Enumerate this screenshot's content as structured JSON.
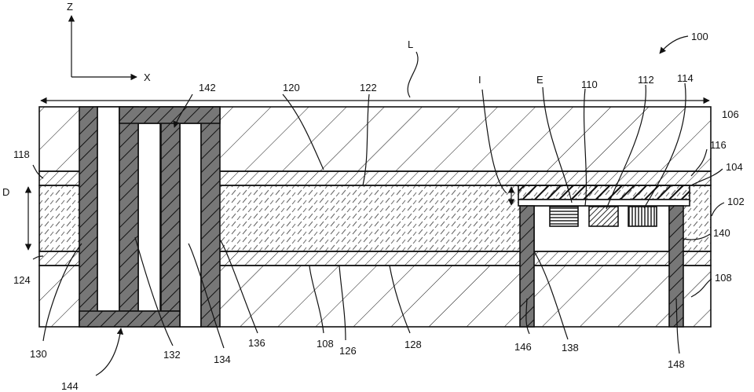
{
  "axes": {
    "z": "Z",
    "x": "X"
  },
  "dimensions": {
    "length": "L",
    "depth": "D",
    "gap": "I",
    "element": "E"
  },
  "labels": {
    "n100": "100",
    "n102": "102",
    "n104": "104",
    "n106": "106",
    "n108a": "108",
    "n108b": "108",
    "n110": "110",
    "n112": "112",
    "n114": "114",
    "n116": "116",
    "n118": "118",
    "n120": "120",
    "n122": "122",
    "n124": "124",
    "n126": "126",
    "n128": "128",
    "n130": "130",
    "n132": "132",
    "n134": "134",
    "n136": "136",
    "n138": "138",
    "n140": "140",
    "n142": "142",
    "n144": "144",
    "n146": "146",
    "n148": "148"
  },
  "colors": {
    "line": "#111111",
    "background": "#ffffff"
  }
}
